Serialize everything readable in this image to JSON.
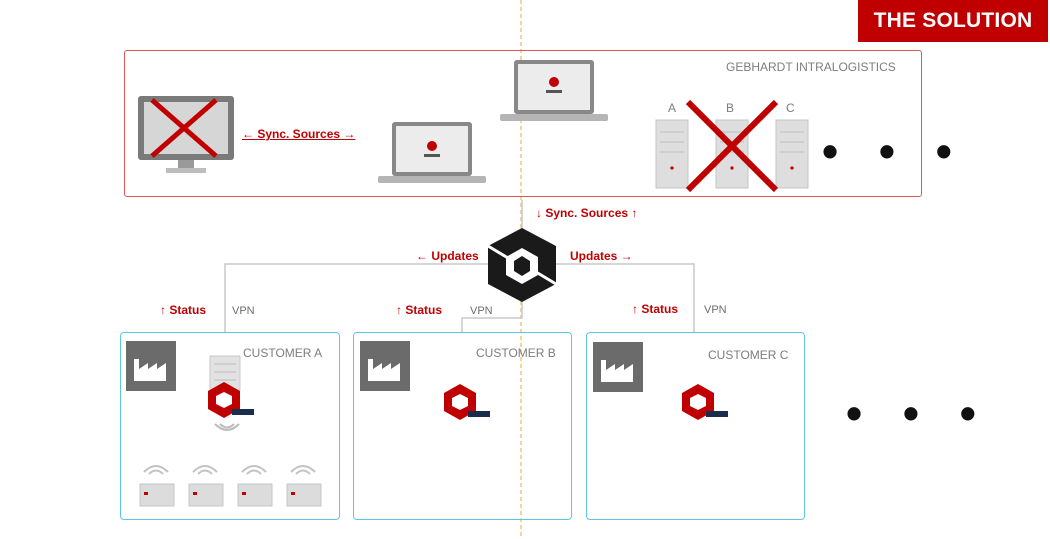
{
  "header": {
    "badge": "THE SOLUTION"
  },
  "top_box": {
    "title": "GEBHARDT INTRALOGISTICS",
    "sync_left": "← Sync. Sources →",
    "server_labels": [
      "A",
      "B",
      "C"
    ],
    "more": "• • •"
  },
  "hub": {
    "sync_down": "↓ Sync. Sources ↑",
    "updates_left": "← Updates",
    "updates_right": "Updates →"
  },
  "customers": [
    {
      "name": "CUSTOMER A",
      "status": "↑ Status",
      "vpn": "VPN"
    },
    {
      "name": "CUSTOMER B",
      "status": "↑ Status",
      "vpn": "VPN"
    },
    {
      "name": "CUSTOMER C",
      "status": "↑ Status",
      "vpn": "VPN"
    }
  ],
  "more_customers": "• • •",
  "colors": {
    "accent": "#c00000",
    "top_border": "#e05555",
    "customer_border": "#5cc6ea",
    "hub": "#1a1a1a"
  }
}
